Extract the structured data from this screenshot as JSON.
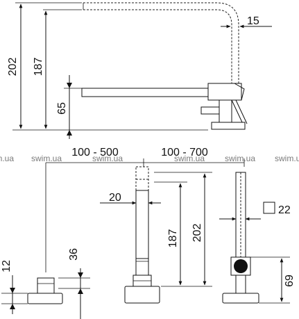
{
  "dimensions": {
    "total_height": "202",
    "spout_height": "187",
    "spout_arm_height": "65",
    "spout_tube_diameter": "15",
    "inlet_range_left": "100 - 500",
    "inlet_range_right": "100 - 700",
    "body_diameter": "20",
    "body_height_left": "187",
    "body_height_right": "202",
    "handle_square": "22",
    "handle_height": "69",
    "base_height": "12",
    "knob_height": "36"
  },
  "watermarks": [
    "swim.ua",
    "swim.ua",
    "swim.ua",
    "swim.ua",
    "swim.ua",
    "swim.ua"
  ],
  "colors": {
    "line": "#111111",
    "watermark": "#7a7a7a",
    "background": "#ffffff",
    "knob": "#111111"
  }
}
